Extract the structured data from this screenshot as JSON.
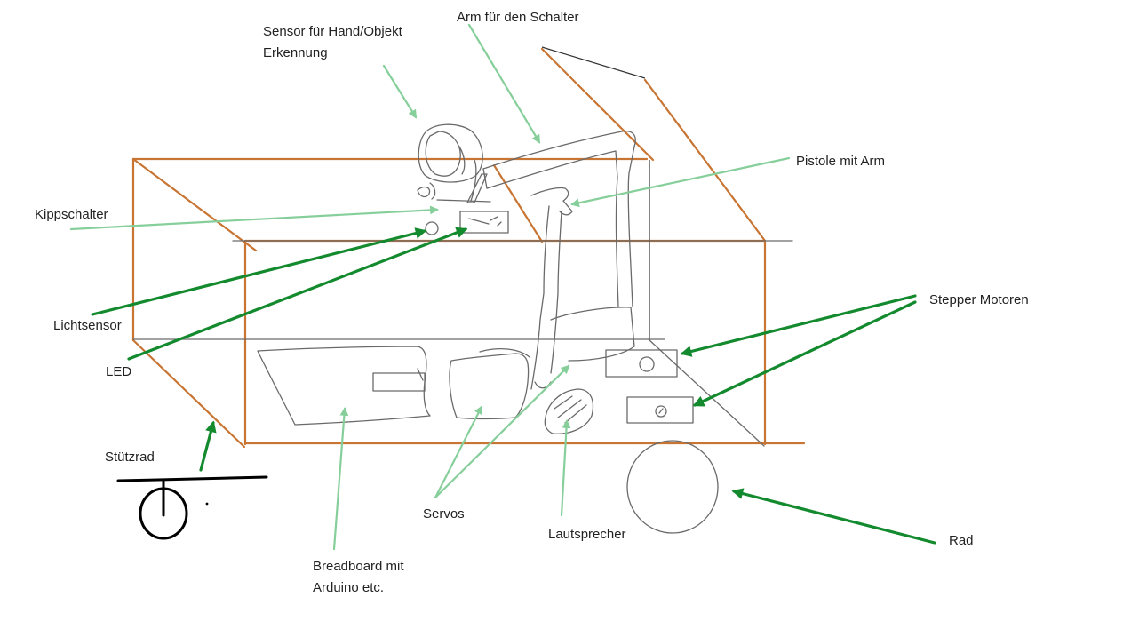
{
  "labels": {
    "sensor": [
      "Sensor für Hand/Objekt",
      "Erkennung"
    ],
    "arm": "Arm für den Schalter",
    "pistole": "Pistole mit Arm",
    "kippschalter": "Kippschalter",
    "lichtsensor": "Lichtsensor",
    "led": "LED",
    "stepper": "Stepper Motoren",
    "stuetzrad": "Stützrad",
    "servos": "Servos",
    "lautsprecher": "Lautsprecher",
    "breadboard": [
      "Breadboard mit",
      "Arduino etc."
    ],
    "rad": "Rad"
  },
  "colors": {
    "box_outline": "#c87533",
    "pencil": "#6a6a6a",
    "arrow_dark": "#138a2e",
    "arrow_light": "#86cf9b"
  }
}
